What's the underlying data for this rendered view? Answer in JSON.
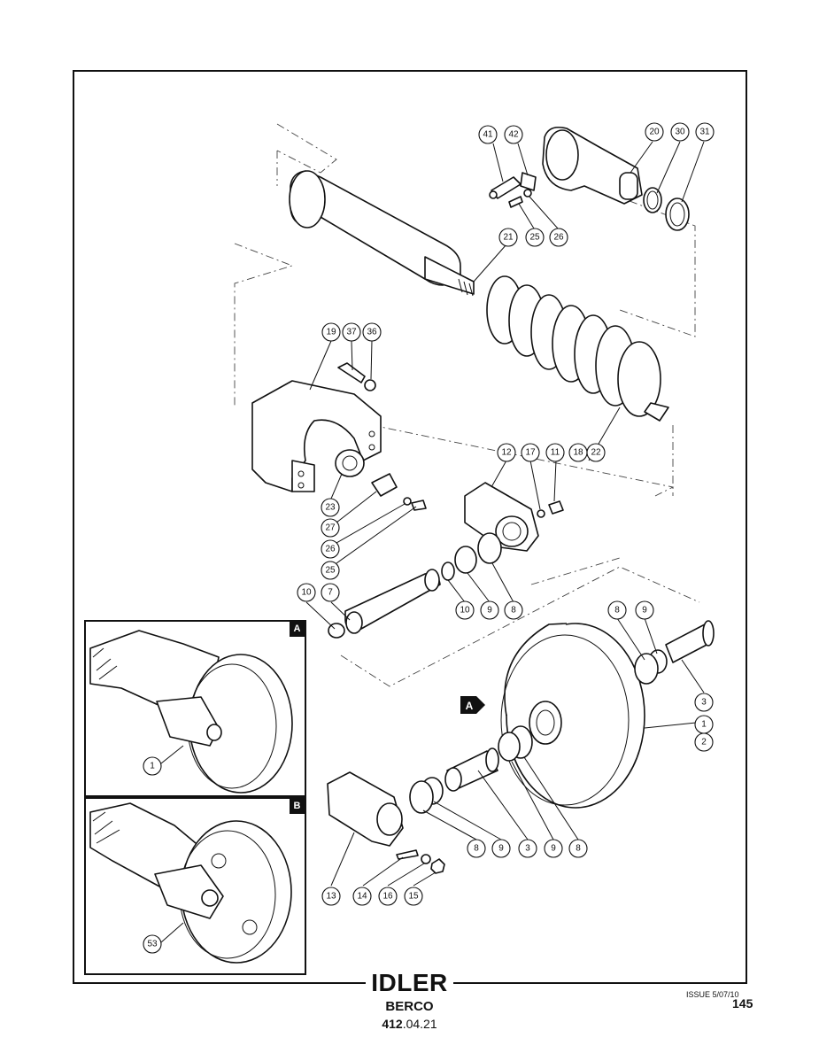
{
  "title": "IDLER",
  "brand": "BERCO",
  "code_main": "412",
  "code_sub": ".04.21",
  "issue": "ISSUE 5/07/10",
  "page_number": "145",
  "view_a_label": "A",
  "inset_a": {
    "tag": "A",
    "callout": "1"
  },
  "inset_b": {
    "tag": "B",
    "callout": "53"
  },
  "callouts": {
    "c41": "41",
    "c42": "42",
    "c20": "20",
    "c30": "30",
    "c31": "31",
    "c25a": "25",
    "c26a": "26",
    "c21": "21",
    "c19": "19",
    "c37": "37",
    "c36": "36",
    "c23": "23",
    "c27": "27",
    "c26b": "26",
    "c25b": "25",
    "c12": "12",
    "c17": "17",
    "c11": "11",
    "c18": "18",
    "c22": "22",
    "c10a": "10",
    "c7": "7",
    "c10b": "10",
    "c9a": "9",
    "c8a": "8",
    "c8b": "8",
    "c9b": "9",
    "c3a": "3",
    "c1": "1",
    "c2": "2",
    "c8c": "8",
    "c9c": "9",
    "c3b": "3",
    "c9d": "9",
    "c8d": "8",
    "c13": "13",
    "c14": "14",
    "c16": "16",
    "c15": "15"
  }
}
